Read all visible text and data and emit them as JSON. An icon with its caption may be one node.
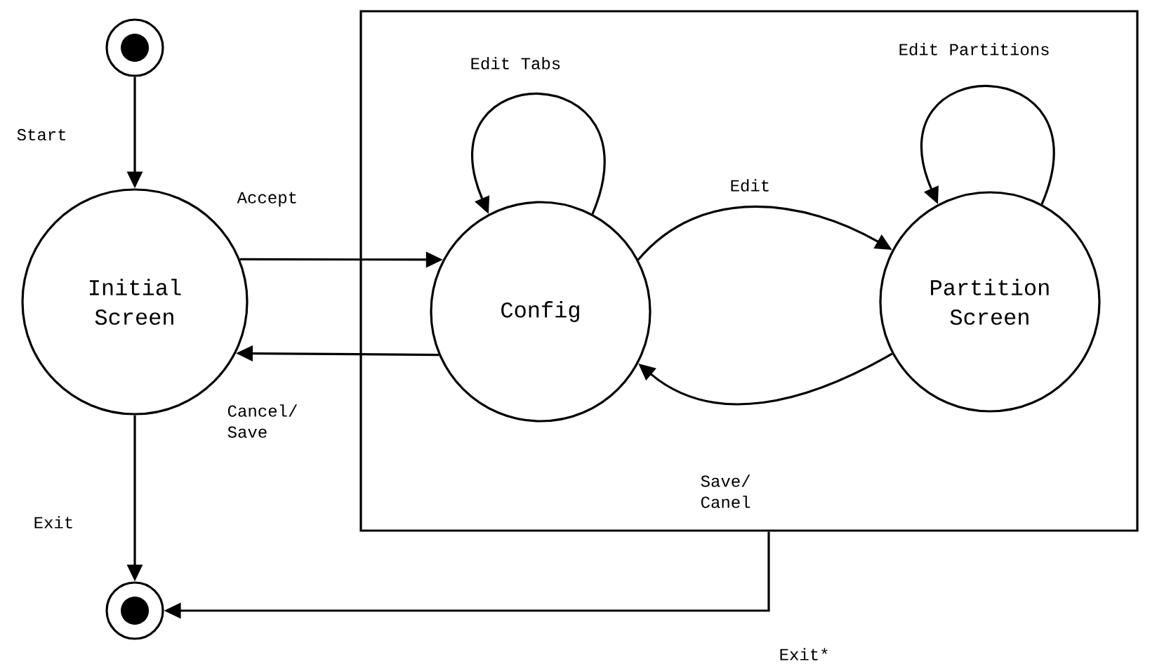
{
  "diagram": {
    "nodes": [
      {
        "text": [],
        "shape": "circle"
      },
      {
        "text": [
          "Initial Screen"
        ]
      },
      {
        "text": [],
        "shape": "box"
      },
      {
        "text": [
          "Config"
        ],
        "in": 2
      },
      {
        "text": [
          "Partition Screen"
        ],
        "in": 2
      },
      {
        "text": [],
        "shape": "circle"
      }
    ],
    "edges": [
      {
        "from": 0,
        "to": 1,
        "arrow": "to",
        "label": "Start"
      },
      {
        "from": 1,
        "to": 3,
        "arrow": "to",
        "label": "Accept"
      },
      {
        "from": 3,
        "to": 1,
        "arrow": "to",
        "label": "Cancel/ Save"
      },
      {
        "from": 3,
        "to": 4,
        "arrow": "to",
        "label": "Edit"
      },
      {
        "from": 4,
        "to": 3,
        "arrow": "to",
        "label": "Save/ Canel"
      },
      {
        "from": 3,
        "to": 3,
        "arrow": "to",
        "label": "Edit Tabs"
      },
      {
        "from": 4,
        "to": 4,
        "arrow": "to",
        "label": "Edit Partitions"
      },
      {
        "from": 1,
        "to": 5,
        "arrow": "to",
        "label": "Exit"
      },
      {
        "from": 2,
        "to": 5,
        "arrow": "to",
        "label": "Exit*"
      }
    ]
  }
}
